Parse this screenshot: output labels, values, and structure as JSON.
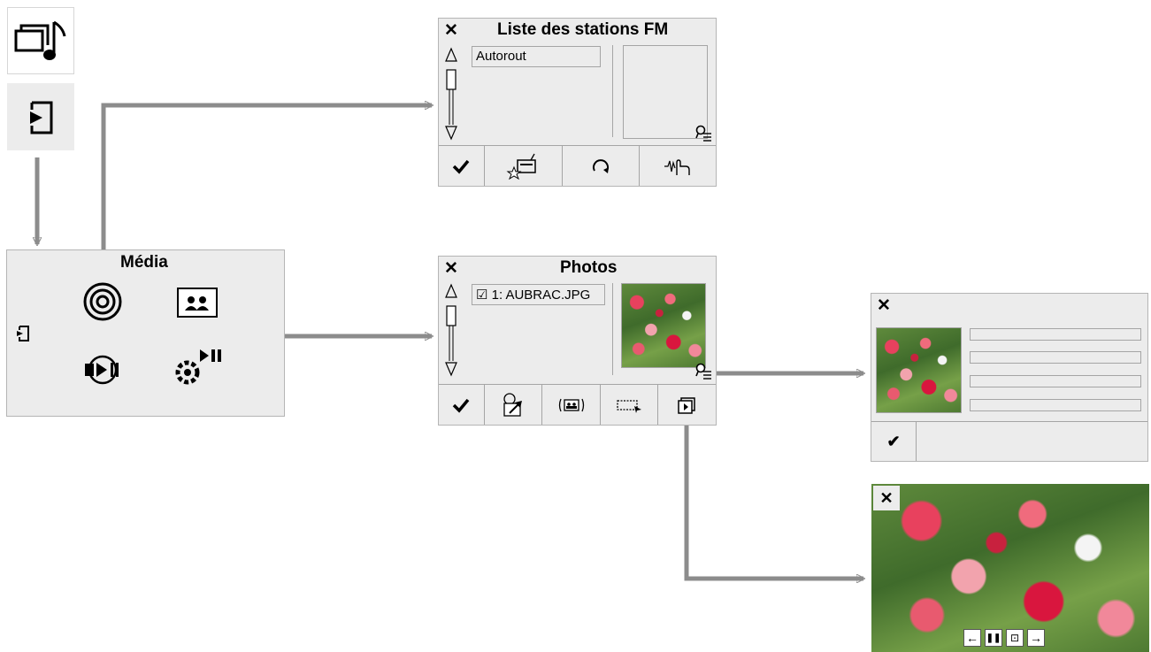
{
  "media_panel": {
    "title": "Média",
    "icons": [
      "radio-icon",
      "photos-icon",
      "video-icon",
      "media-settings-icon",
      "back-arrow-icon"
    ]
  },
  "top_icons": [
    "media-music-icon",
    "source-input-icon"
  ],
  "fm_panel": {
    "close": "✕",
    "title": "Liste des stations FM",
    "list_item": "Autorout",
    "buttons": [
      "confirm-check-icon",
      "radio-favorite-icon",
      "refresh-icon",
      "audio-settings-icon"
    ]
  },
  "photos_panel": {
    "close": "✕",
    "title": "Photos",
    "list_item": "☑ 1: AUBRAC.JPG",
    "buttons": [
      "confirm-check-icon",
      "photo-settings-icon",
      "photo-view-icon",
      "select-icon",
      "slideshow-icon"
    ]
  },
  "info_panel": {
    "close": "✕",
    "confirm": "✔"
  },
  "slideshow_panel": {
    "close": "✕",
    "controls": [
      "←",
      "❚❚",
      "⊡",
      "→"
    ]
  },
  "colors": {
    "panel_bg": "#ececec",
    "panel_border": "#b5b5b5",
    "arrow": "#8c8c8c"
  }
}
